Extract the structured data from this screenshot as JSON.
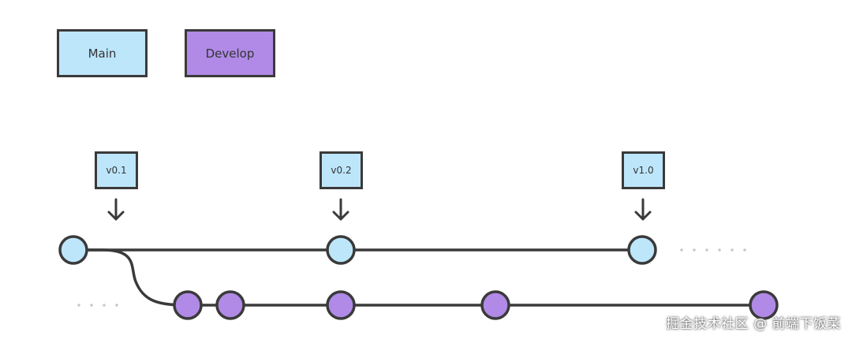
{
  "legend": {
    "main": {
      "label": "Main",
      "color": "#bde6fb"
    },
    "develop": {
      "label": "Develop",
      "color": "#b08ae6"
    }
  },
  "tags": [
    "v0.1",
    "v0.2",
    "v1.0"
  ],
  "colors": {
    "main_commit": "#bde6fb",
    "develop_commit": "#b08ae6",
    "line": "#3a3a3a",
    "dots": "#c9c9c9"
  },
  "watermark": "掘金技术社区 @ 前端下饭菜"
}
